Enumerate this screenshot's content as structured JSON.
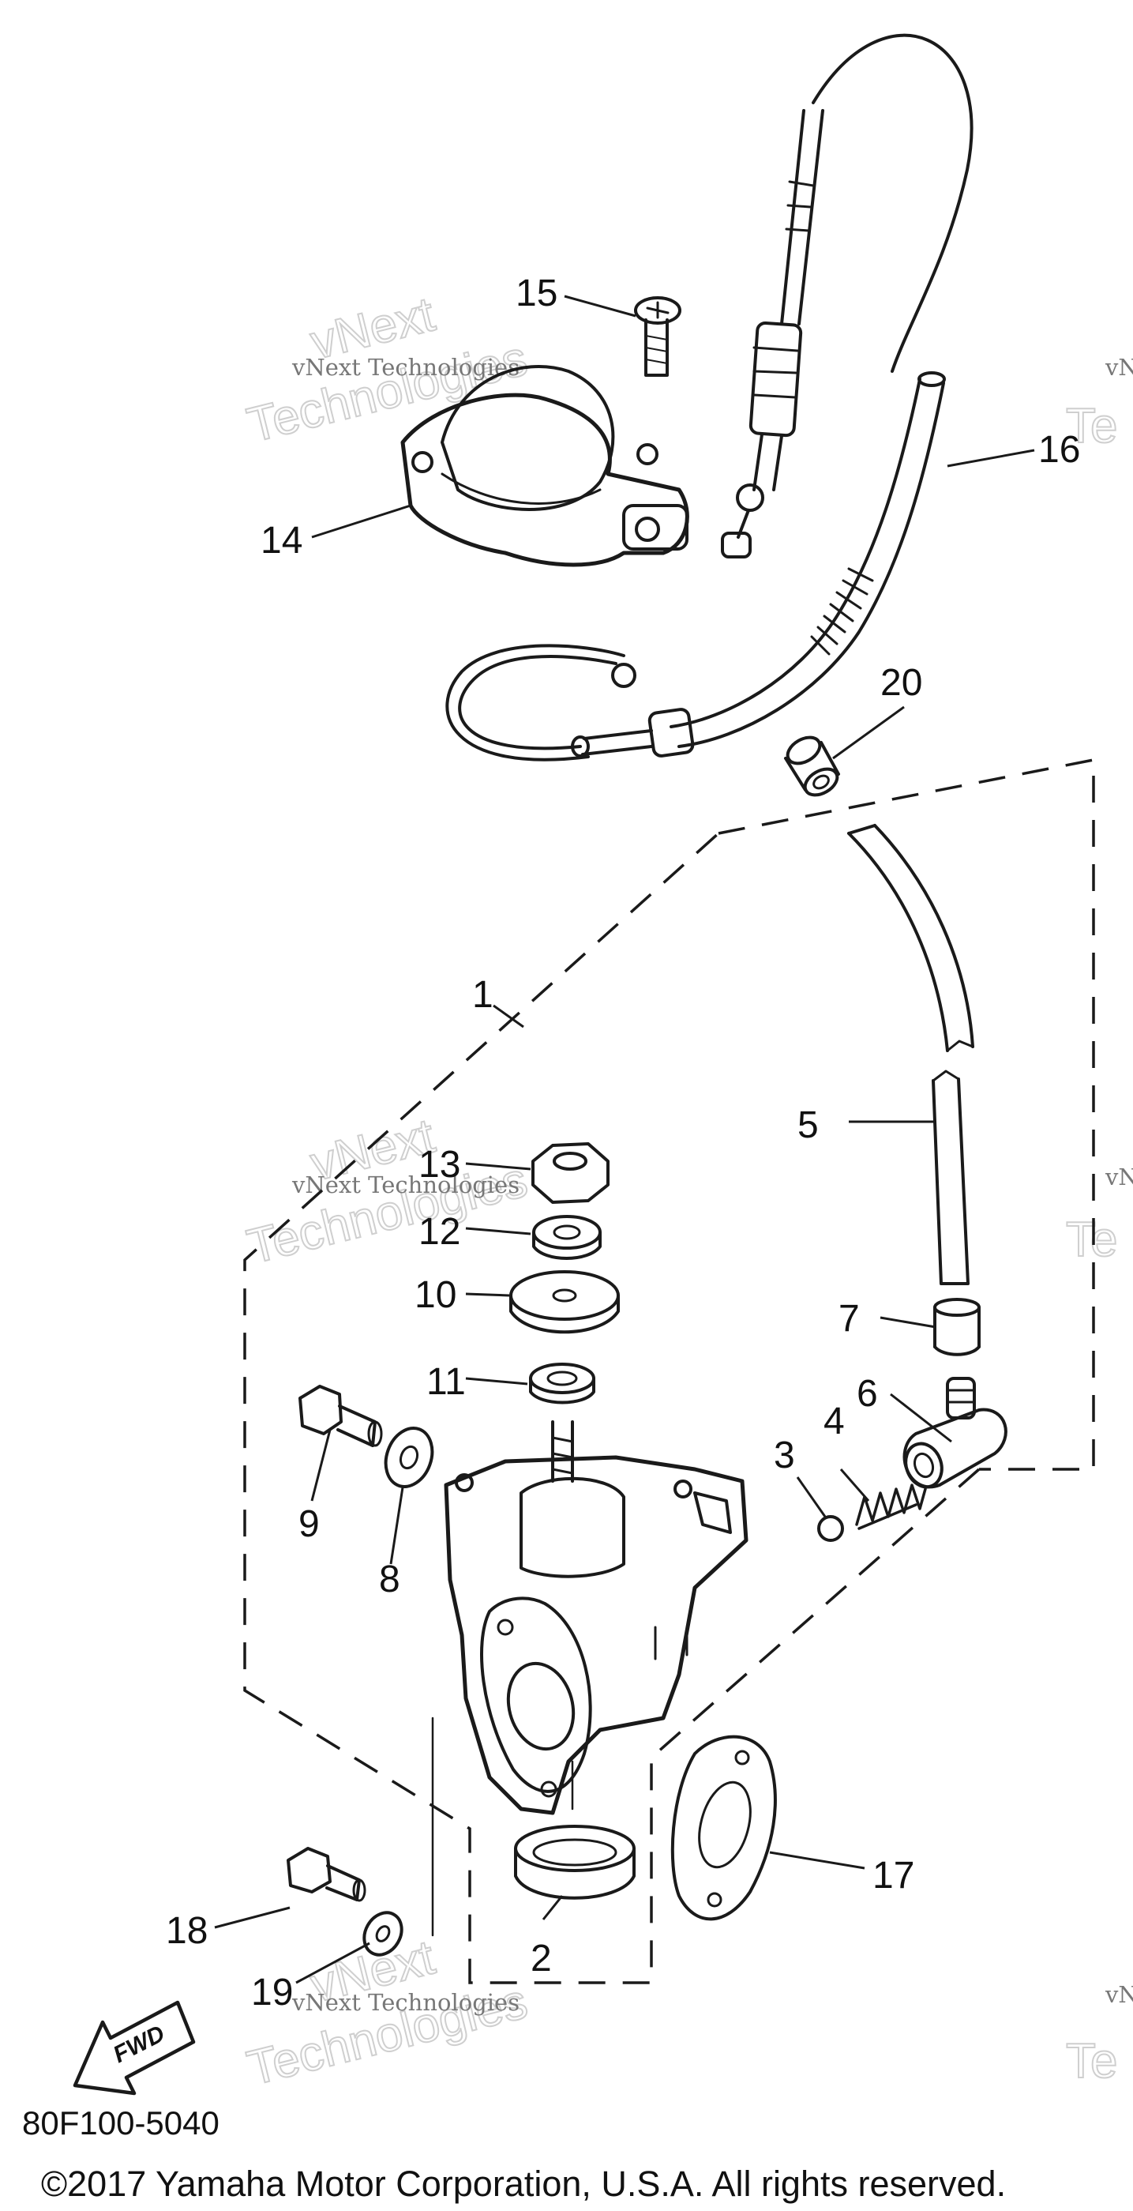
{
  "diagram": {
    "callouts": {
      "p1": "1",
      "p2": "2",
      "p3": "3",
      "p4": "4",
      "p5": "5",
      "p6": "6",
      "p7": "7",
      "p8": "8",
      "p9": "9",
      "p10": "10",
      "p11": "11",
      "p12": "12",
      "p13": "13",
      "p14": "14",
      "p15": "15",
      "p16": "16",
      "p17": "17",
      "p18": "18",
      "p19": "19",
      "p20": "20"
    },
    "fwd_label": "FWD",
    "reference_code": "80F100-5040"
  },
  "watermark": {
    "company": "vNext Technologies",
    "word1": "vNext",
    "word2": "Technologies",
    "edge": "vN",
    "edge2": "Te"
  },
  "footer": {
    "copyright": "©2017 Yamaha Motor Corporation, U.S.A. All rights reserved."
  },
  "colors": {
    "ink": "#1a1a1a",
    "watermark": "#cfcfcf",
    "background": "#ffffff"
  }
}
